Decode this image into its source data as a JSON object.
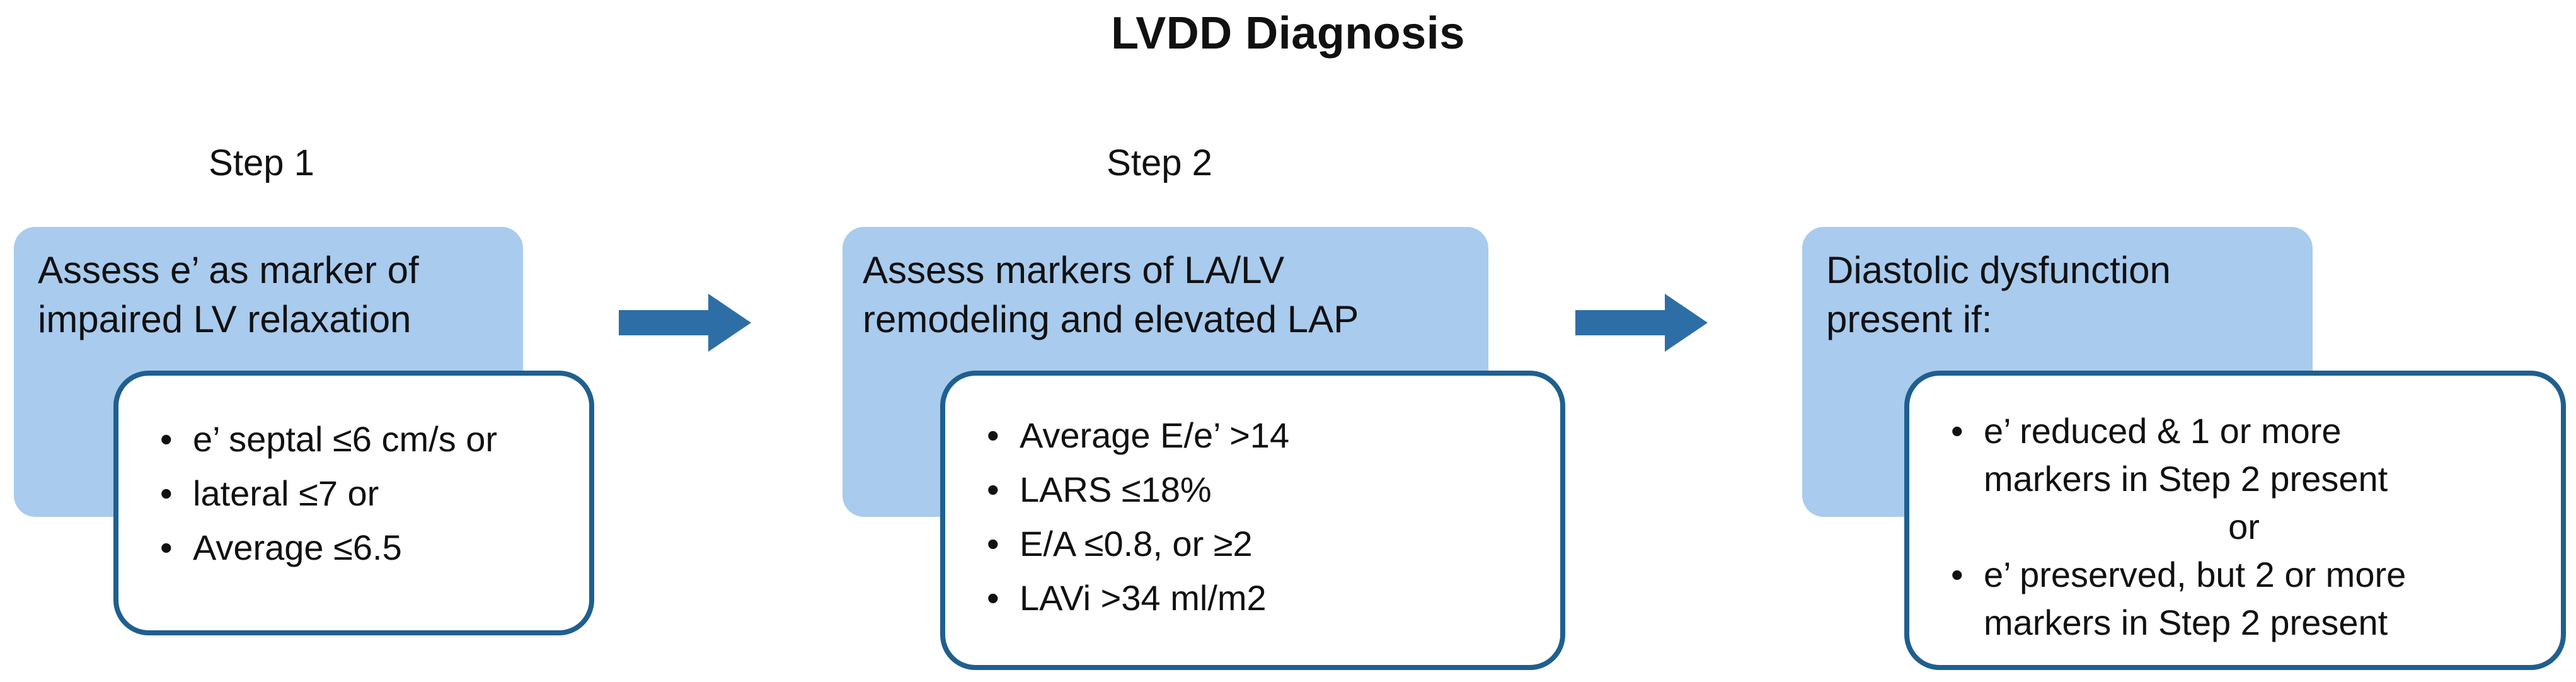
{
  "title": "LVDD Diagnosis",
  "steps": [
    {
      "label": "Step 1",
      "header_line1": "Assess e’ as marker of",
      "header_line2": "impaired LV relaxation",
      "items": [
        "e’ septal ≤6 cm/s or",
        "lateral ≤7 or",
        "Average ≤6.5"
      ]
    },
    {
      "label": "Step 2",
      "header_line1": "Assess markers of LA/LV",
      "header_line2": "remodeling and elevated LAP",
      "items": [
        "Average E/e’ >14",
        "LARS ≤18%",
        "E/A ≤0.8, or ≥2",
        "LAVi >34 ml/m2"
      ]
    },
    {
      "header_line1": "Diastolic dysfunction",
      "header_line2": "present if:",
      "cond1_line1": "e’ reduced & 1 or more",
      "cond1_line2": "markers in Step 2 present",
      "or": "or",
      "cond2_line1": "e’ preserved, but 2 or more",
      "cond2_line2": "markers in Step 2 present"
    }
  ],
  "colors": {
    "box_fill": "#a8cbee",
    "border": "#1f5f8f",
    "arrow": "#2e6ea6"
  },
  "icons": [
    "right-arrow-icon",
    "right-arrow-icon"
  ]
}
